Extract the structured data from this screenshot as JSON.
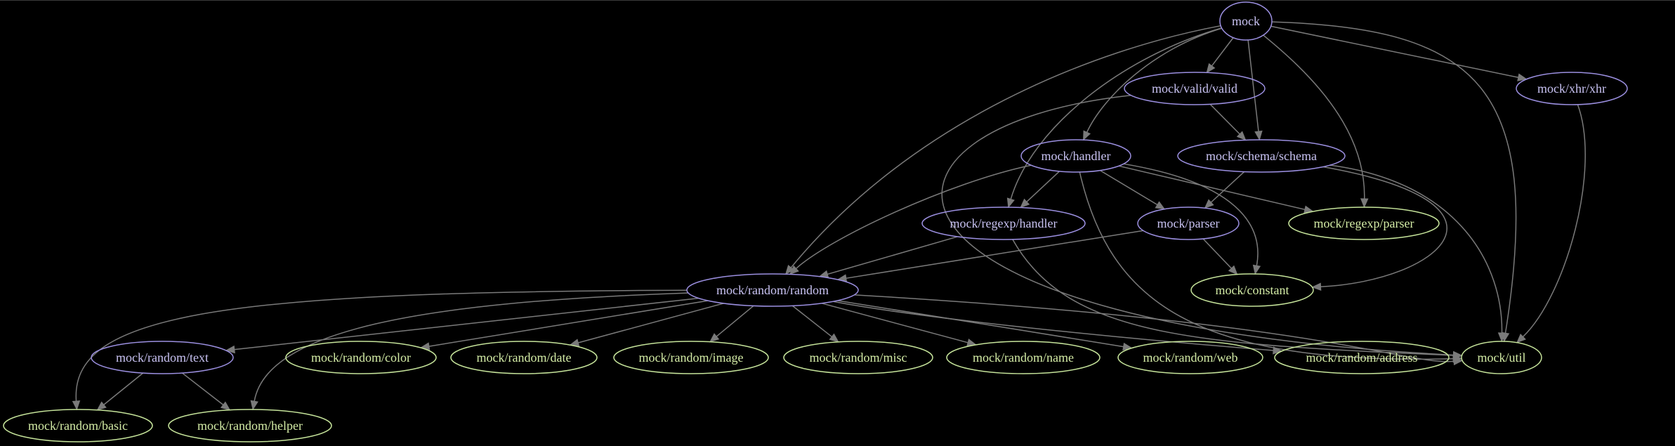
{
  "colors": {
    "background": "#000000",
    "edge": "#7a7a7a",
    "internal_node_stroke": "#9b8fe0",
    "internal_node_text": "#c8c2f2",
    "leaf_node_stroke": "#c5e39a",
    "leaf_node_text": "#d4eca6"
  },
  "nodes": [
    {
      "id": "mock",
      "label": "mock",
      "kind": "internal"
    },
    {
      "id": "valid",
      "label": "mock/valid/valid",
      "kind": "internal"
    },
    {
      "id": "xhr",
      "label": "mock/xhr/xhr",
      "kind": "internal"
    },
    {
      "id": "handler",
      "label": "mock/handler",
      "kind": "internal"
    },
    {
      "id": "schema",
      "label": "mock/schema/schema",
      "kind": "internal"
    },
    {
      "id": "regexp_handler",
      "label": "mock/regexp/handler",
      "kind": "internal"
    },
    {
      "id": "parser",
      "label": "mock/parser",
      "kind": "internal"
    },
    {
      "id": "regexp_parser",
      "label": "mock/regexp/parser",
      "kind": "leaf"
    },
    {
      "id": "random",
      "label": "mock/random/random",
      "kind": "internal"
    },
    {
      "id": "constant",
      "label": "mock/constant",
      "kind": "leaf"
    },
    {
      "id": "text",
      "label": "mock/random/text",
      "kind": "internal"
    },
    {
      "id": "color",
      "label": "mock/random/color",
      "kind": "leaf"
    },
    {
      "id": "date",
      "label": "mock/random/date",
      "kind": "leaf"
    },
    {
      "id": "image",
      "label": "mock/random/image",
      "kind": "leaf"
    },
    {
      "id": "misc",
      "label": "mock/random/misc",
      "kind": "leaf"
    },
    {
      "id": "name",
      "label": "mock/random/name",
      "kind": "leaf"
    },
    {
      "id": "web",
      "label": "mock/random/web",
      "kind": "leaf"
    },
    {
      "id": "address",
      "label": "mock/random/address",
      "kind": "leaf"
    },
    {
      "id": "util",
      "label": "mock/util",
      "kind": "leaf"
    },
    {
      "id": "basic",
      "label": "mock/random/basic",
      "kind": "leaf"
    },
    {
      "id": "helper",
      "label": "mock/random/helper",
      "kind": "leaf"
    }
  ],
  "edges": [
    [
      "mock",
      "valid"
    ],
    [
      "mock",
      "handler"
    ],
    [
      "mock",
      "schema"
    ],
    [
      "mock",
      "regexp_handler"
    ],
    [
      "mock",
      "regexp_parser"
    ],
    [
      "mock",
      "random"
    ],
    [
      "mock",
      "xhr"
    ],
    [
      "mock",
      "util"
    ],
    [
      "valid",
      "schema"
    ],
    [
      "valid",
      "util"
    ],
    [
      "xhr",
      "util"
    ],
    [
      "handler",
      "regexp_handler"
    ],
    [
      "handler",
      "parser"
    ],
    [
      "handler",
      "regexp_parser"
    ],
    [
      "handler",
      "random"
    ],
    [
      "handler",
      "constant"
    ],
    [
      "handler",
      "util"
    ],
    [
      "schema",
      "parser"
    ],
    [
      "schema",
      "constant"
    ],
    [
      "schema",
      "util"
    ],
    [
      "regexp_handler",
      "random"
    ],
    [
      "regexp_handler",
      "util"
    ],
    [
      "parser",
      "random"
    ],
    [
      "parser",
      "constant"
    ],
    [
      "random",
      "text"
    ],
    [
      "random",
      "color"
    ],
    [
      "random",
      "date"
    ],
    [
      "random",
      "image"
    ],
    [
      "random",
      "misc"
    ],
    [
      "random",
      "name"
    ],
    [
      "random",
      "web"
    ],
    [
      "random",
      "address"
    ],
    [
      "random",
      "util"
    ],
    [
      "random",
      "basic"
    ],
    [
      "random",
      "helper"
    ],
    [
      "text",
      "basic"
    ],
    [
      "text",
      "helper"
    ]
  ]
}
